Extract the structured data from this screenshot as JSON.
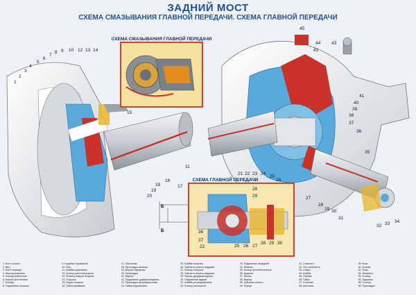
{
  "title": "ЗАДНИЙ МОСТ",
  "subtitle": "СХЕМА СМАЗЫВАНИЯ ГЛАВНОЙ ПЕРЕДАЧИ. СХЕМА ГЛАВНОЙ ПЕРЕДАЧИ",
  "inset_lubrication_label": "СХЕМА СМАЗЫВАНИЯ ГЛАВНОЙ ПЕРЕДАЧИ",
  "inset_final_drive_label": "СХЕМА ГЛАВНОЙ ПЕРЕДАЧИ",
  "colors": {
    "title": "#1f4f9a",
    "housing_blue": "#5aa9dc",
    "gear_red": "#c8322b",
    "inset_border": "#d8402a",
    "oil_yellow": "#e8b52c"
  },
  "callouts": {
    "c1": "1",
    "c2": "2",
    "c3": "3",
    "c4": "4",
    "c5": "5",
    "c6": "6",
    "c7": "7",
    "c8": "8",
    "c9": "9",
    "c10": "10",
    "c12": "12",
    "c13": "13",
    "c14": "14",
    "c15": "15",
    "c11": "11",
    "c16": "16",
    "c17": "17",
    "c18": "18",
    "c19": "19",
    "c20": "20",
    "c45": "45",
    "c44": "44",
    "c42": "42",
    "c43": "43",
    "c41": "41",
    "c40": "40",
    "c39": "39",
    "c38": "38",
    "c37": "37",
    "c36": "36",
    "c35": "35",
    "c21": "21",
    "c22": "22",
    "c23": "23",
    "c24": "24",
    "c25": "25",
    "c26": "26",
    "c27": "27",
    "c28": "28",
    "c29": "29",
    "c30": "30",
    "c31": "31",
    "c32": "32",
    "c33": "33",
    "c34": "34",
    "i28": "28",
    "i29": "29",
    "i36": "36",
    "i37": "37",
    "i22": "22",
    "i25": "25",
    "i26": "26",
    "i27": "27",
    "i28b": "28",
    "i29b": "29",
    "i30": "30"
  },
  "legend": [
    [
      "1. Болт колеса.",
      "2. Вал.",
      "3. Болт ступицы.",
      "4. Маслоуловитель.",
      "5. Кольцо войлочное.",
      "6. Корпус уплотнения.",
      "7. Кольцо.",
      "8. Подшипник полуоси."
    ],
    [
      "9. Барабан тормозной.",
      "10. Вал.",
      "11. Шайба пружинная.",
      "12. Кольцо уплотнительное.",
      "13. Фланец кожуха полуоси.",
      "14. Полуось.",
      "15. Кожух полуоси.",
      "16. Гайка зажимная."
    ],
    [
      "17. Масленка.",
      "18. Прокладка фланца.",
      "19. Втулка наружная.",
      "20. Прокладка.",
      "21. Картер.",
      "22. Подшипник дифференциала.",
      "23. Прокладка регулировочная.",
      "24. Гайка подшипника."
    ],
    [
      "25. Шайба опорная.",
      "26. Зубчатое колесо ведущее.",
      "27. Кольцо полуоси.",
      "28. Зубчатое колесо ведомое.",
      "29. Корпус дифференциала.",
      "30. Подшипник задний.",
      "31. Шайба регулировочная.",
      "32. Кольцо распорное."
    ],
    [
      "33. Подшипник передний.",
      "34. Фланец.",
      "35. Кольцо уплотнительное.",
      "36. Крышка.",
      "37. Палец.",
      "38. Картер.",
      "39. Зубчатое колесо.",
      "40. Корпус."
    ],
    [
      "41. Сателлит.",
      "42. Ось сателлита.",
      "43. Сапун.",
      "44. Шайба.",
      "45. Пробка.",
      "46. Гайка.",
      "47. Сальник.",
      "48. Шпилька."
    ],
    [
      "49. Болт.",
      "50. Колпак.",
      "51. Упор.",
      "52. Манжета.",
      "53. Кольцо.",
      "54. Пружина.",
      "55. Стопор.",
      "56. Прокладка."
    ]
  ]
}
